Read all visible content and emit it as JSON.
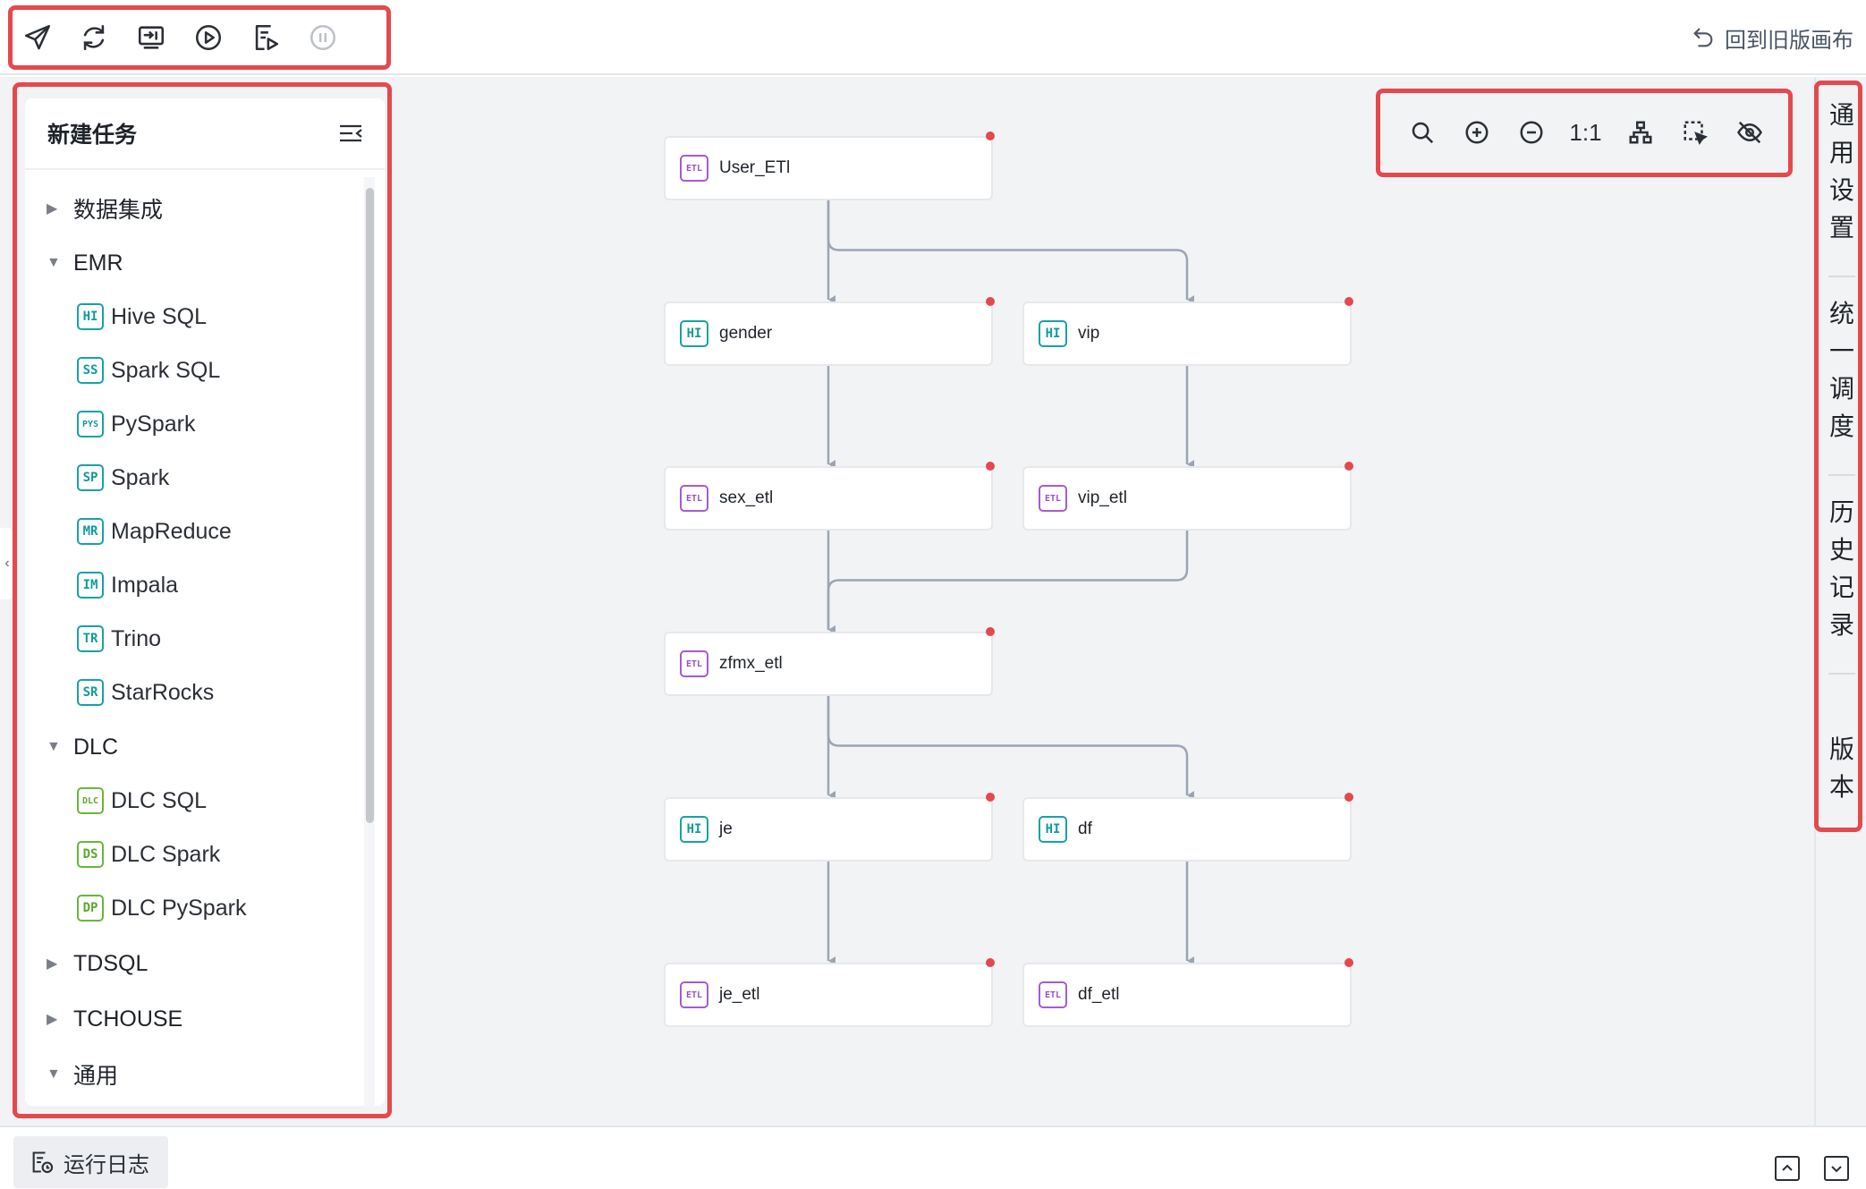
{
  "toolbar": {
    "buttons": [
      "send-icon",
      "refresh-icon",
      "import-icon",
      "run-icon",
      "run-section-icon",
      "pause-icon"
    ],
    "back_label": "回到旧版画布"
  },
  "left_panel": {
    "title": "新建任务",
    "groups": [
      {
        "label": "数据集成",
        "expanded": false
      },
      {
        "label": "EMR",
        "expanded": true,
        "items": [
          {
            "badge": "HI",
            "label": "Hive SQL",
            "color": "#17a2a2"
          },
          {
            "badge": "SS",
            "label": "Spark SQL",
            "color": "#17a2a2"
          },
          {
            "badge": "PYS",
            "label": "PySpark",
            "color": "#17a2a2"
          },
          {
            "badge": "SP",
            "label": "Spark",
            "color": "#17a2a2"
          },
          {
            "badge": "MR",
            "label": "MapReduce",
            "color": "#17a2a2"
          },
          {
            "badge": "IM",
            "label": "Impala",
            "color": "#17a2a2"
          },
          {
            "badge": "TR",
            "label": "Trino",
            "color": "#17a2a2"
          },
          {
            "badge": "SR",
            "label": "StarRocks",
            "color": "#17a2a2"
          }
        ]
      },
      {
        "label": "DLC",
        "expanded": true,
        "items": [
          {
            "badge": "DLC",
            "label": "DLC SQL",
            "color": "#6bb53a"
          },
          {
            "badge": "DS",
            "label": "DLC Spark",
            "color": "#6bb53a"
          },
          {
            "badge": "DP",
            "label": "DLC PySpark",
            "color": "#6bb53a"
          }
        ]
      },
      {
        "label": "TDSQL",
        "expanded": false
      },
      {
        "label": "TCHOUSE",
        "expanded": false
      },
      {
        "label": "通用",
        "expanded": true
      }
    ]
  },
  "dag": {
    "nodes": [
      {
        "id": "user_etl",
        "badge": "ETL",
        "label": "User_ETl"
      },
      {
        "id": "gender",
        "badge": "HI",
        "label": "gender"
      },
      {
        "id": "vip",
        "badge": "HI",
        "label": "vip"
      },
      {
        "id": "sex_etl",
        "badge": "ETL",
        "label": "sex_etl"
      },
      {
        "id": "vip_etl",
        "badge": "ETL",
        "label": "vip_etl"
      },
      {
        "id": "zfmx_etl",
        "badge": "ETL",
        "label": "zfmx_etl"
      },
      {
        "id": "je",
        "badge": "HI",
        "label": "je"
      },
      {
        "id": "df",
        "badge": "HI",
        "label": "df"
      },
      {
        "id": "je_etl",
        "badge": "ETL",
        "label": "je_etl"
      },
      {
        "id": "df_etl",
        "badge": "ETL",
        "label": "df_etl"
      }
    ],
    "edges": [
      [
        "user_etl",
        "gender"
      ],
      [
        "user_etl",
        "vip"
      ],
      [
        "gender",
        "sex_etl"
      ],
      [
        "vip",
        "vip_etl"
      ],
      [
        "sex_etl",
        "zfmx_etl"
      ],
      [
        "vip_etl",
        "zfmx_etl"
      ],
      [
        "zfmx_etl",
        "je"
      ],
      [
        "zfmx_etl",
        "df"
      ],
      [
        "je",
        "je_etl"
      ],
      [
        "df",
        "df_etl"
      ]
    ]
  },
  "zoom_bar": {
    "buttons": [
      "search-icon",
      "zoom-in-icon",
      "zoom-out-icon",
      "fit-1-1",
      "layout-icon",
      "select-icon",
      "hide-icon"
    ],
    "ratio_label": "1:1"
  },
  "right_tabs": [
    "通用设置",
    "统一调度",
    "历史记录",
    "版本"
  ],
  "bottom": {
    "log_label": "运行日志"
  },
  "colors": {
    "highlight": "#e5484d",
    "teal": "#17a2a2",
    "green": "#6bb53a",
    "purple": "#a45bd1",
    "edge": "#9aa5b4"
  }
}
